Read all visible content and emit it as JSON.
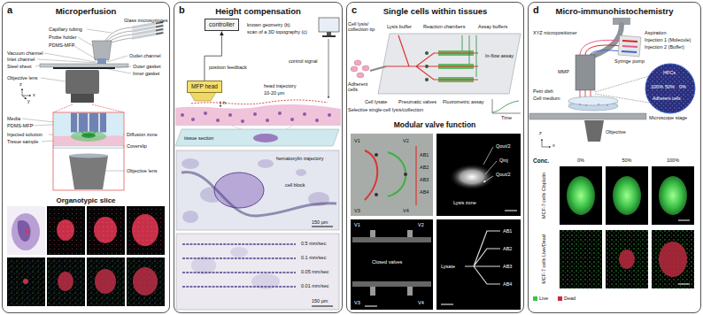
{
  "diagram": {
    "nodes": [
      {
        "text": [
          "a",
          "Microperfusion"
        ]
      },
      {
        "text": [
          "b",
          "Height compensation"
        ]
      },
      {
        "text": [
          "c",
          "Single cells within tissues"
        ]
      },
      {
        "text": [
          "d",
          "Micro-immunohistochemistry"
        ]
      },
      {
        "text": [
          "controller"
        ],
        "in": 1
      },
      {
        "text": [
          "MFP head"
        ],
        "in": 1
      }
    ],
    "edges": [
      {
        "from": 5,
        "to": 4,
        "label": "position feedback",
        "arrow": "to"
      }
    ],
    "labels": [
      "Glass microsyringes",
      "Capillary tubing",
      "Probe holder",
      "PDMS-MFP",
      "Vacuum channel",
      "Inlet channel",
      "Outlet channel",
      "Steel sheet",
      "Outer gasket",
      "Inner gasket",
      "Objective lens",
      "z",
      "x",
      "y",
      "Media",
      "PDMS-MFP",
      "Injected solution",
      "Tissue sample",
      "Diffusion zone",
      "Coverslip",
      "Objective lens",
      "Organotypic slice",
      "known geometry (b)",
      "scan of a 3D topography (c)",
      "control signal",
      "h",
      "head trajectory",
      "10-20 µm",
      "tissue section",
      "hematoxylin trajectory",
      "cell block",
      "150 µm",
      "0.5 mm/sec",
      "0.1 mm/sec",
      "0.05 mm/sec",
      "0.01 mm/sec",
      "150 µm",
      "Cell lysis/ collection tip",
      "Lysis buffer",
      "Reaction chambers",
      "Assay buffers",
      "In-flow assay",
      "Adherent cells",
      "Cell lysate",
      "Pneumatic valves",
      "Fluorometric assay",
      "Time",
      "Selective single-cell lysis/collection",
      "Modular valve function",
      "V1",
      "V2",
      "AB1",
      "AB2",
      "AB3",
      "AB4",
      "V3",
      "V4",
      "Qout/2",
      "Qinj",
      "Qout/2",
      "Lysis zone",
      "V1",
      "V2",
      "Closed valves",
      "V3",
      "V4",
      "Lysate",
      "AB1",
      "AB2",
      "AB3",
      "AB4",
      "XYZ micropositioner",
      "Aspiration",
      "Injection 1 (Molecule)",
      "Injection 2 (Buffer)",
      "Syringe pump",
      "MMP",
      "Petri dish",
      "Cell medium",
      "HFCs",
      "100%",
      "50%",
      "0%",
      "Adherent cells",
      "Microscope stage",
      "z",
      "x",
      "Objective",
      "Conc.",
      "0%",
      "50%",
      "100%",
      "MCF-7 cells Cisplatin",
      "MCF-7 cells Live/Dead"
    ],
    "legend": [
      {
        "text": "Live",
        "color": "#3fc24a"
      },
      {
        "text": "Dead",
        "color": "#d0283c"
      }
    ]
  }
}
